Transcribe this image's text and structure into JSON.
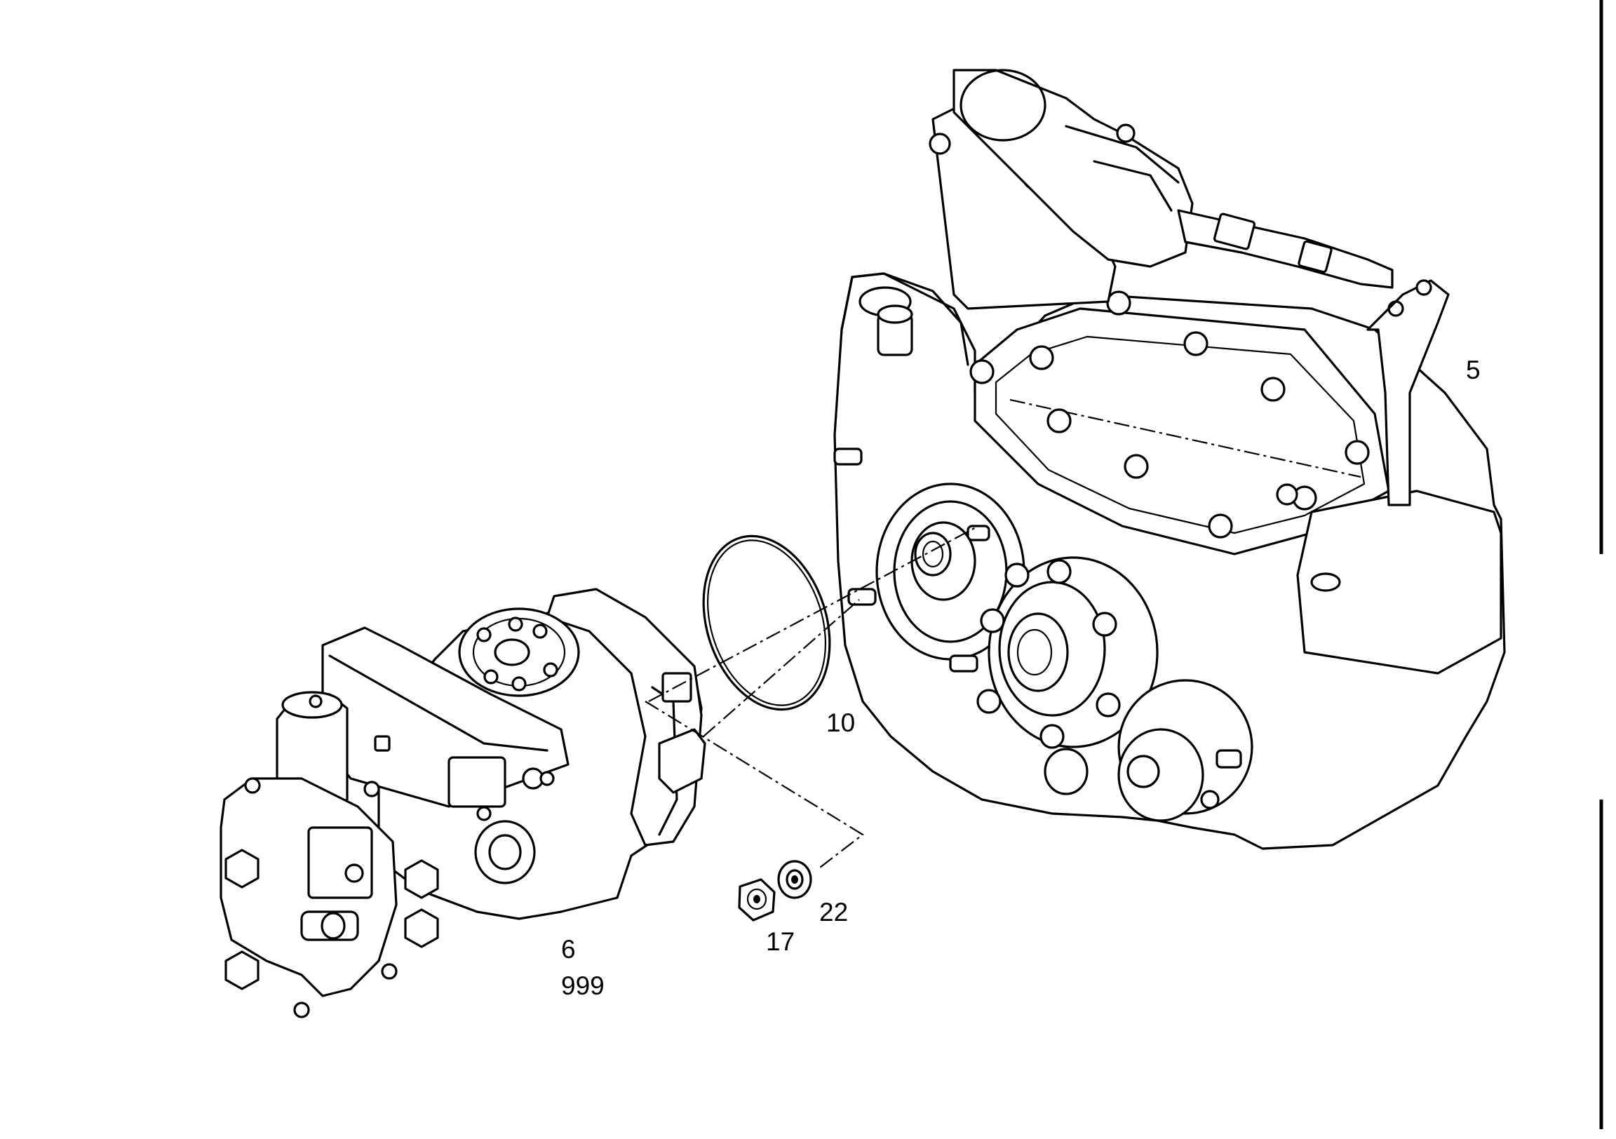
{
  "callouts": {
    "c5": "5",
    "c10": "10",
    "c22": "22",
    "c17": "17",
    "c6": "6",
    "c999": "999"
  }
}
